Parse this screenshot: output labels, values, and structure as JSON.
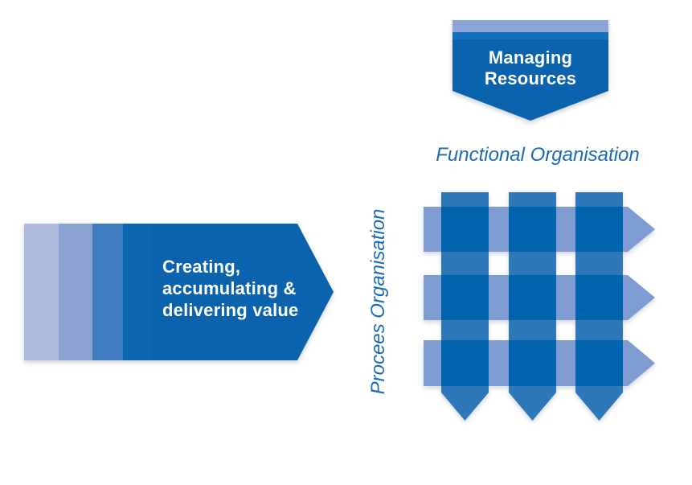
{
  "banner": {
    "line1": "Managing",
    "line2": "Resources"
  },
  "axis_labels": {
    "functional": "Functional Organisation",
    "process": "Procees Organisation"
  },
  "value_arrow": {
    "lines": [
      "Creating,",
      "accumulating &",
      "delivering value"
    ]
  },
  "colors": {
    "dark_blue": "#0b63ae",
    "overlap_blue": "#0063ae",
    "bar_blue": "#2e77b9",
    "arrow_light": "#7e9bd2",
    "stripe_light": "#8ca5d6",
    "stripe_medium": "#1470bc",
    "label_blue": "#1a6bb5",
    "band1": "#aebbdd",
    "band2": "#8aa2d2",
    "band3": "#407cc0",
    "band4": "#0b65b0"
  }
}
